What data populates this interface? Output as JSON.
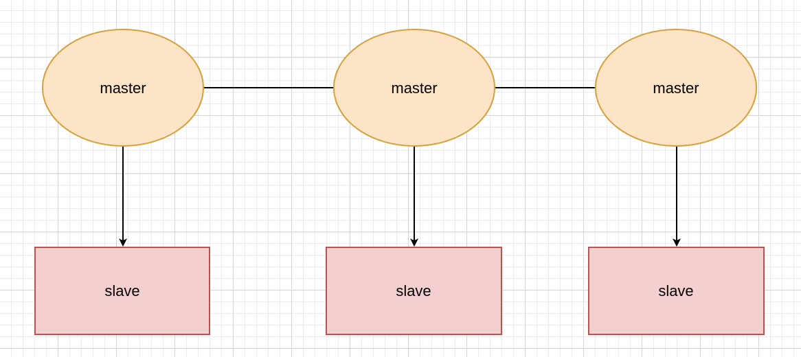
{
  "colors": {
    "master_fill": "#fde4c6",
    "master_stroke": "#d6a03a",
    "slave_fill": "#f3cfcf",
    "slave_stroke": "#b85450",
    "edge": "#000000"
  },
  "masters": [
    {
      "label": "master"
    },
    {
      "label": "master"
    },
    {
      "label": "master"
    }
  ],
  "slaves": [
    {
      "label": "slave"
    },
    {
      "label": "slave"
    },
    {
      "label": "slave"
    }
  ],
  "edges": [
    {
      "from": "master-1",
      "to": "master-2",
      "type": "line"
    },
    {
      "from": "master-2",
      "to": "master-3",
      "type": "line"
    },
    {
      "from": "master-1",
      "to": "slave-1",
      "type": "arrow"
    },
    {
      "from": "master-2",
      "to": "slave-2",
      "type": "arrow"
    },
    {
      "from": "master-3",
      "to": "slave-3",
      "type": "arrow"
    }
  ]
}
